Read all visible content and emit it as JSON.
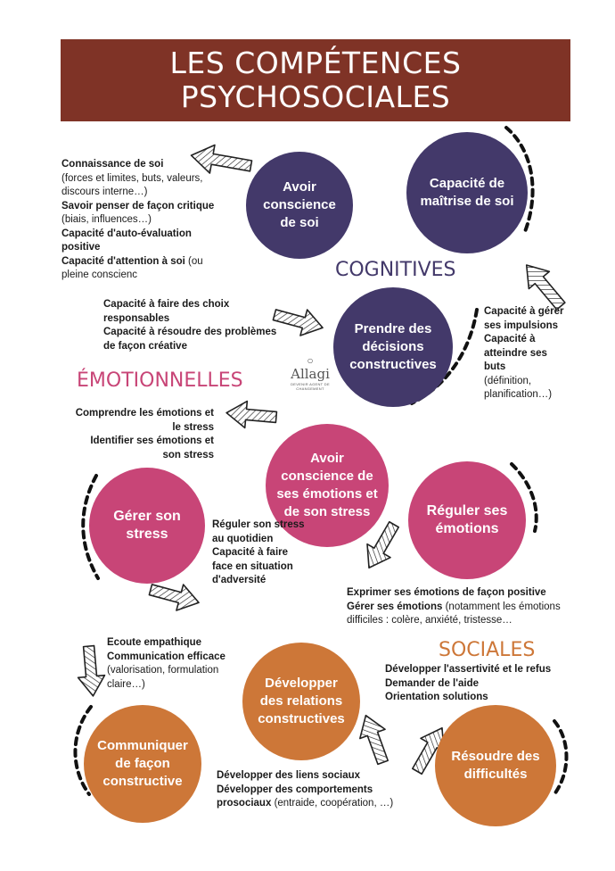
{
  "title": {
    "line1": "LES COMPÉTENCES",
    "line2": "PSYCHOSOCIALES"
  },
  "categories": {
    "cognitives": "COGNITIVES",
    "emotionnelles": "ÉMOTIONNELLES",
    "sociales": "SOCIALES"
  },
  "colors": {
    "banner": "#7f3326",
    "cognitive": "#43396a",
    "emotional": "#c84577",
    "social": "#cd7738"
  },
  "circles": {
    "conscience_soi": "Avoir conscience de soi",
    "maitrise_soi": "Capacité de maîtrise de soi",
    "decisions": "Prendre des décisions constructives",
    "conscience_emotions": "Avoir conscience de ses émotions et de son stress",
    "gerer_stress": "Gérer son stress",
    "reguler_emotions": "Réguler ses émotions",
    "relations": "Développer des relations constructives",
    "communiquer": "Communiquer de façon constructive",
    "resoudre": "Résoudre des difficultés"
  },
  "texts": {
    "conscience_soi": {
      "b1": "Connaissance de soi",
      "n1": "(forces et limites, buts, valeurs, discours interne…)",
      "b2": "Savoir penser de façon critique",
      "n2": "(biais, influences…)",
      "b3": "Capacité d'auto-évaluation positive",
      "b4": "Capacité d'attention à soi",
      "n4": "(ou pleine conscienc"
    },
    "decisions": {
      "b1": "Capacité à faire des choix responsables",
      "b2": "Capacité à résoudre des problèmes de façon créative"
    },
    "maitrise": {
      "b1": "Capacité à gérer ses impulsions",
      "b2": "Capacité à atteindre ses buts",
      "n2": "(définition, planification…)"
    },
    "emotions": {
      "b1": "Comprendre les émotions et le stress",
      "b2": "Identifier ses émotions et son stress"
    },
    "stress": {
      "b1": "Réguler son stress au quotidien",
      "b2": "Capacité à faire face en situation d'adversité"
    },
    "reguler": {
      "b1": "Exprimer ses émotions de façon positive",
      "b2": "Gérer ses émotions",
      "n2": "(notamment les émotions difficiles : colère, anxiété, tristesse…"
    },
    "communication": {
      "b1": "Ecoute empathique",
      "b2": "Communication efficace",
      "n2": "(valorisation, formulation claire…)"
    },
    "resoudre": {
      "b1": "Développer l'assertivité et le refus",
      "b2": "Demander de l'aide",
      "b3": "Orientation solutions"
    },
    "relations": {
      "b1": "Développer des liens sociaux",
      "b2": "Développer des comportements prosociaux",
      "n2": "(entraide, coopération, …)"
    }
  },
  "logo": {
    "name": "Allagi",
    "tagline": "DEVENIR AGENT DE CHANGEMENT"
  },
  "icons": [
    "hatched-arrow-icon",
    "dashed-curve-arrow-icon",
    "logo-mark-icon"
  ]
}
